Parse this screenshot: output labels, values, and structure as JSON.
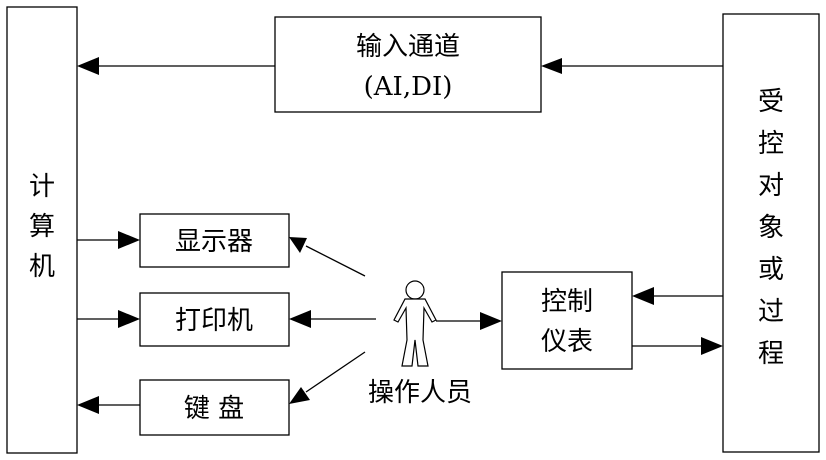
{
  "blocks": {
    "computer": "计算机",
    "input_channel_line1": "输入通道",
    "input_channel_line2": "(AI,DI)",
    "process": "受控对象或过程",
    "display": "显示器",
    "printer": "打印机",
    "keyboard": "键 盘",
    "instrument_line1": "控制",
    "instrument_line2": "仪表",
    "operator": "操作人员"
  }
}
